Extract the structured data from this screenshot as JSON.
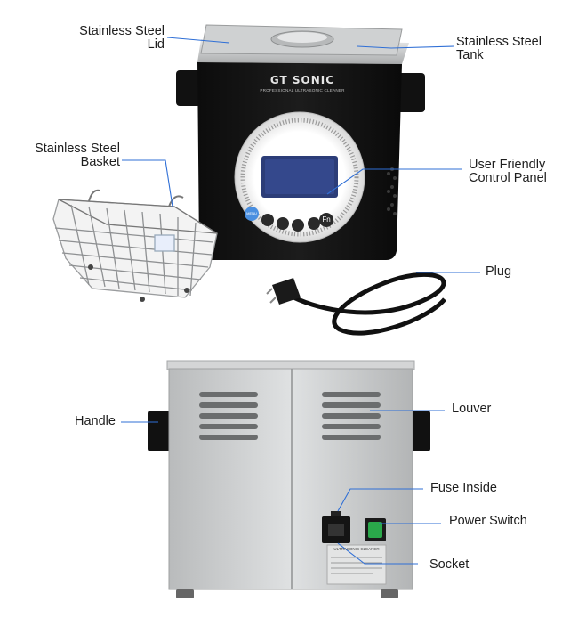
{
  "product": {
    "brand": "GT SONIC",
    "tagline": "PROFESSIONAL ULTRASONIC CLEANER",
    "panel_mode_button": "MENU",
    "panel_fn_button": "Fn",
    "rear_plate_title": "ULTRASONIC CLEANER"
  },
  "callouts": {
    "lid": [
      "Stainless Steel",
      "Lid"
    ],
    "tank": [
      "Stainless Steel",
      "Tank"
    ],
    "basket": [
      "Stainless Steel",
      "Basket"
    ],
    "control_panel": [
      "User Friendly",
      "Control Panel"
    ],
    "plug": "Plug",
    "handle": "Handle",
    "louver": "Louver",
    "fuse": "Fuse Inside",
    "power_switch": "Power Switch",
    "socket": "Socket"
  },
  "colors": {
    "leader_line": "#2f6fd6",
    "body_black": "#141414",
    "steel": "#c9cbcc",
    "switch_green": "#2aa84a"
  }
}
